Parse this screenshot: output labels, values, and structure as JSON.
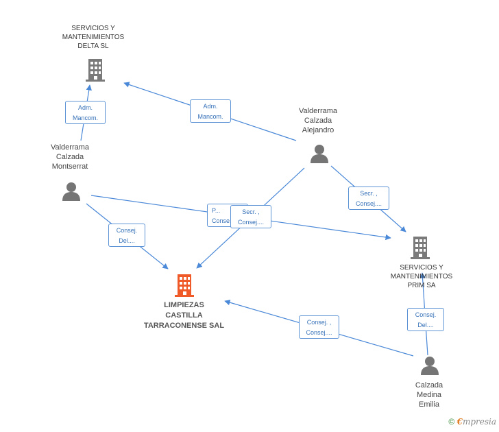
{
  "nodes": {
    "delta": {
      "lines": [
        "SERVICIOS Y",
        "MANTENIMIENTOS",
        "DELTA SL"
      ]
    },
    "prim": {
      "lines": [
        "SERVICIOS Y",
        "MANTENIMIENTOS",
        "PRIM SA"
      ]
    },
    "limpiezas": {
      "lines": [
        "LIMPIEZAS",
        "CASTILLA",
        "TARRACONENSE SAL"
      ]
    },
    "alejandro": {
      "lines": [
        "Valderrama",
        "Calzada",
        "Alejandro"
      ]
    },
    "montserrat": {
      "lines": [
        "Valderrama",
        "Calzada",
        "Montserrat"
      ]
    },
    "emilia": {
      "lines": [
        "Calzada",
        "Medina",
        "Emilia"
      ]
    }
  },
  "relations": {
    "r1": [
      "Adm.",
      "Mancom."
    ],
    "r2": [
      "Adm.",
      "Mancom."
    ],
    "r3": [
      "Secr. ,",
      "Consej...."
    ],
    "r4a": [
      "P...",
      "Conse..."
    ],
    "r4b": [
      "Secr. ,",
      "Consej...."
    ],
    "r5": [
      "Consej.",
      "Del...."
    ],
    "r6": [
      "Consej. ,",
      "Consej...."
    ],
    "r7": [
      "Consej.",
      "Del...."
    ]
  },
  "colors": {
    "edge": "#4a88d8",
    "company_icon": "#7a7a7a",
    "focus_icon": "#f05a28",
    "person_icon": "#757575"
  },
  "footer": {
    "copyright": "©",
    "brand_first": "€",
    "brand_rest": "mpresia"
  }
}
